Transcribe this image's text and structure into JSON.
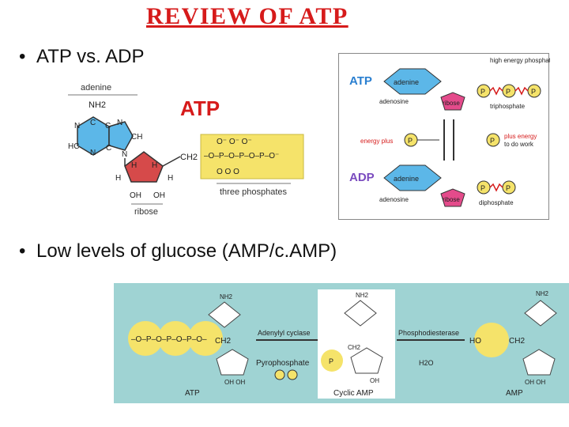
{
  "title": "REVIEW OF ATP",
  "bullets": {
    "first": "ATP vs. ADP",
    "second": "Low levels of glucose (AMP/c.AMP)"
  },
  "colors": {
    "title_red": "#d61b1b",
    "phosphate_yellow": "#f5e36a",
    "adenine_blue": "#5cb7e8",
    "ribose_red": "#d64a4a",
    "panel_teal": "#9fd3d3"
  },
  "atp_structure": {
    "adenine_label": "adenine",
    "atp_label": "ATP",
    "nh2": "NH2",
    "ch2": "CH2",
    "three_phosphates_label": "three phosphates",
    "ribose_label": "ribose"
  },
  "cycle_diagram": {
    "atp_label": "ATP",
    "adp_label": "ADP",
    "adenine": "adenine",
    "adenosine": "adenosine",
    "ribose": "ribose",
    "high_energy_bond": "high energy phosphate bond",
    "triphosphate": "triphosphate",
    "diphosphate": "diphosphate",
    "energy_plus": "energy plus",
    "plus_energy": "plus energy",
    "to_do_work": "to do work",
    "p": "P"
  },
  "camp_panel": {
    "atp_label": "ATP",
    "adenylyl_cyclase": "Adenylyl cyclase",
    "pyrophosphate": "Pyrophosphate",
    "cyclic_amp": "Cyclic AMP",
    "phosphodiesterase": "Phosphodiesterase",
    "h2o": "H2O",
    "amp_label": "AMP",
    "nh2": "NH2",
    "ch2": "CH2",
    "oh_oh": "OH OH",
    "oh": "OH",
    "ho": "HO"
  }
}
